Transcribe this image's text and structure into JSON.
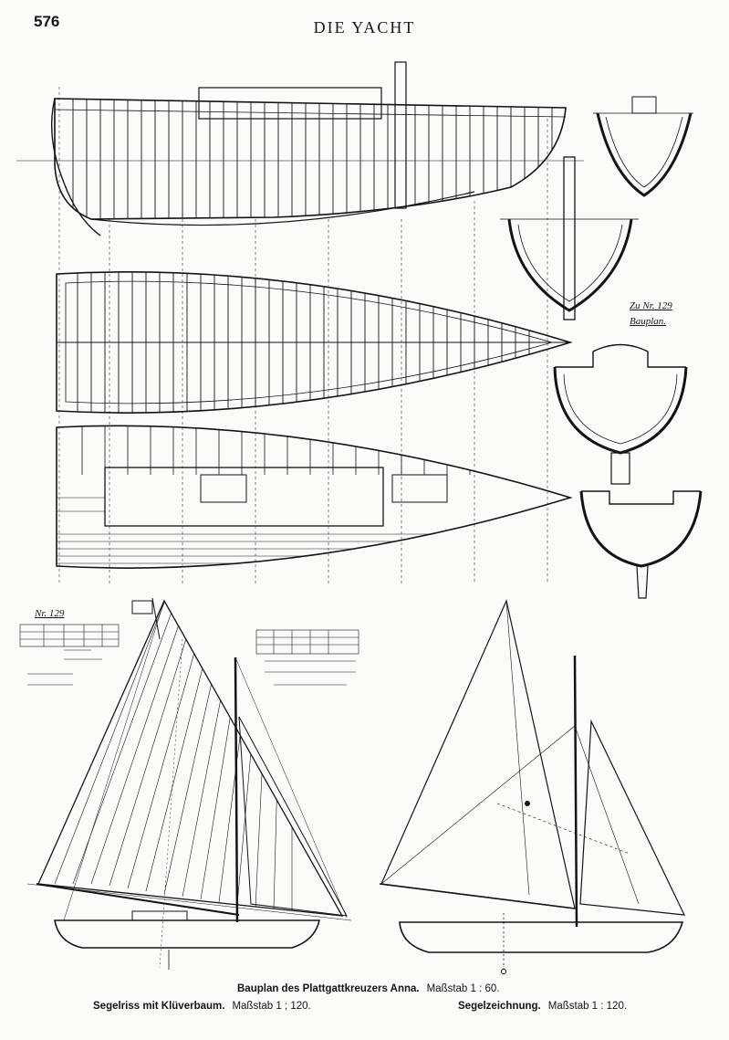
{
  "page": {
    "number": "576",
    "running_title": "DIE YACHT"
  },
  "annotations": {
    "ref_right": "Zu Nr. 129",
    "bauplan": "Bauplan.",
    "ref_left": "Nr. 129"
  },
  "captions": {
    "bauplan_title": "Bauplan des Plattgattkreuzers Anna.",
    "bauplan_scale": "Maßstab 1 : 60.",
    "segelriss_title": "Segelriss mit Klüverbaum.",
    "segelriss_scale": "Maßstab 1 ; 120.",
    "segelzeichnung_title": "Segelzeichnung.",
    "segelzeichnung_scale": "Maßstab 1 : 120."
  },
  "colors": {
    "ink": "#141414",
    "paper": "#fbfbf8"
  }
}
